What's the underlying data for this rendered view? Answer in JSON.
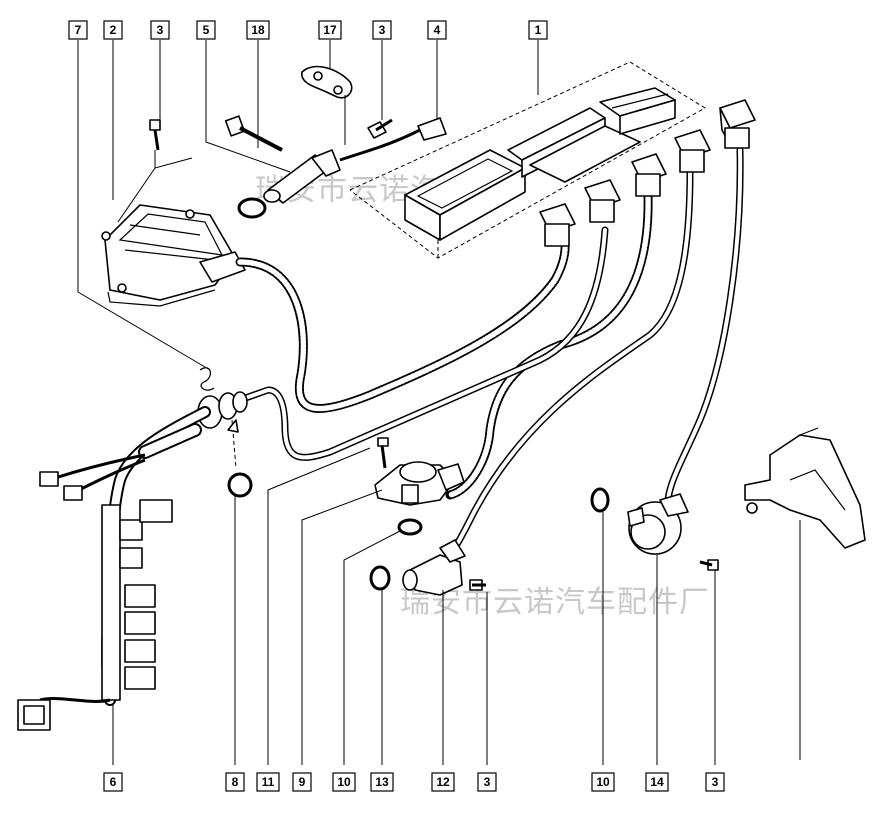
{
  "watermark": {
    "text": "瑞安市云诺汽车配件厂",
    "top_fragment": "瑞安市云诺汽车配"
  },
  "callouts": {
    "top": [
      "7",
      "2",
      "3",
      "5",
      "18",
      "17",
      "3",
      "4",
      "1"
    ],
    "bottom": [
      "6",
      "8",
      "11",
      "9",
      "10",
      "13",
      "12",
      "3",
      "10",
      "14",
      "3"
    ]
  }
}
